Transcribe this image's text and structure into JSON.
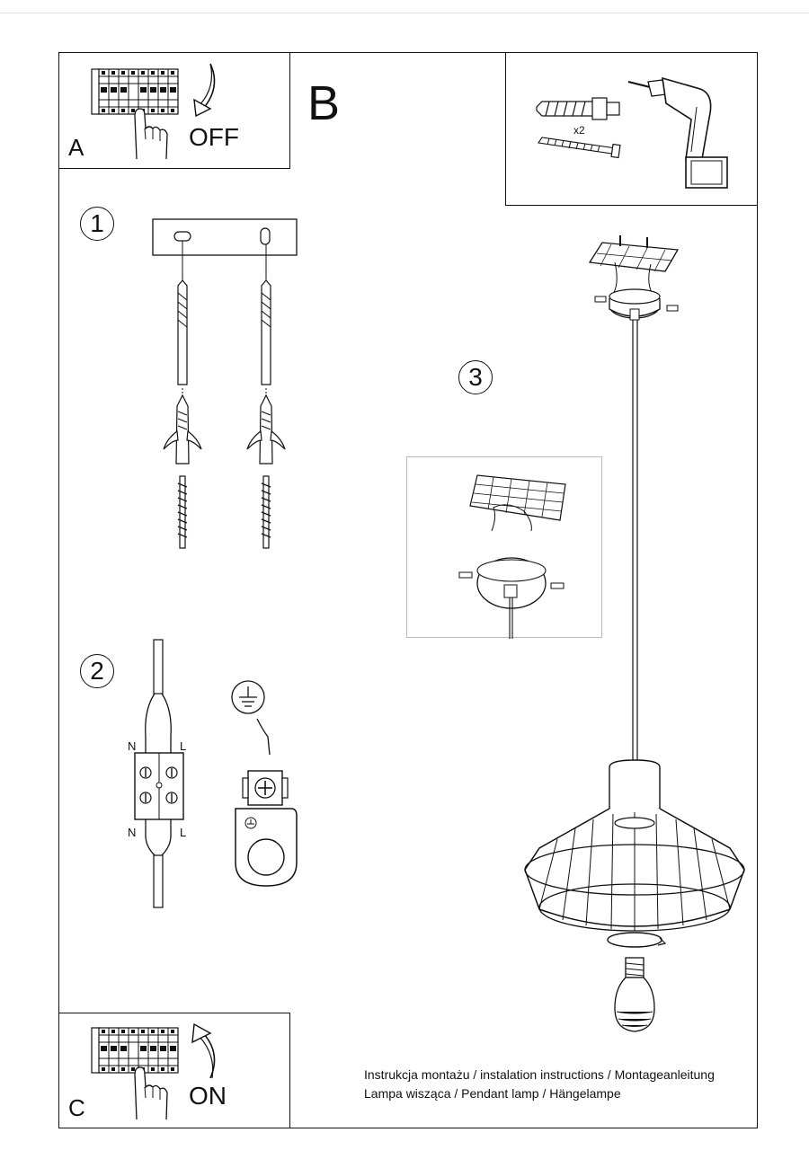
{
  "panels": {
    "a": {
      "letter": "A",
      "action": "OFF"
    },
    "b": {
      "letter": "B",
      "quantity": "x2"
    },
    "c": {
      "letter": "C",
      "action": "ON"
    }
  },
  "steps": [
    "1",
    "2",
    "3"
  ],
  "wiring": {
    "neutral": "N",
    "live": "L"
  },
  "caption": {
    "line1": "Instrukcja montażu / instalation instructions / Montageanleitung",
    "line2": "Lampa wisząca / Pendant lamp / Hängelampe"
  },
  "icons": [
    "circuit-breaker-icon",
    "hand-icon",
    "arrow-down-icon",
    "arrow-up-icon",
    "wall-plug-icon",
    "screw-icon",
    "drill-icon",
    "ground-symbol-icon",
    "terminal-block-icon",
    "light-bulb-icon"
  ]
}
